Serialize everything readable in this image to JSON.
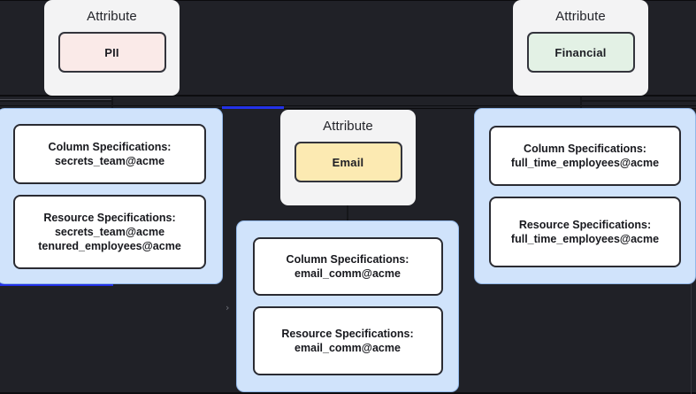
{
  "diagram": {
    "type": "data-governance-lineage",
    "background_color": "#202127",
    "attribute_label": "Attribute",
    "attributes": [
      {
        "name": "PII",
        "color": "#faeae8",
        "border": "#33343c"
      },
      {
        "name": "Email",
        "color": "#fceab2",
        "border": "#33343c"
      },
      {
        "name": "Financial",
        "color": "#e3f1e5",
        "border": "#33343c"
      }
    ],
    "panels": [
      {
        "id": "secrets-team-panel",
        "fill": "#d0e3fb",
        "specs": [
          {
            "heading": "Column Specifications:",
            "values": [
              "secrets_team@acme"
            ]
          },
          {
            "heading": "Resource Specifications:",
            "values": [
              "secrets_team@acme",
              "tenured_employees@acme"
            ]
          }
        ]
      },
      {
        "id": "email-comm-panel",
        "fill": "#d0e3fb",
        "specs": [
          {
            "heading": "Column Specifications:",
            "values": [
              "email_comm@acme"
            ]
          },
          {
            "heading": "Resource Specifications:",
            "values": [
              "email_comm@acme"
            ]
          }
        ]
      },
      {
        "id": "full-time-employees-panel",
        "fill": "#d0e3fb",
        "specs": [
          {
            "heading": "Column Specifications:",
            "values": [
              "full_time_employees@acme"
            ]
          },
          {
            "heading": "Resource Specifications:",
            "values": [
              "full_time_employees@acme"
            ]
          }
        ]
      }
    ],
    "highlight_color": "#2332e8",
    "expand_icon": "›"
  }
}
